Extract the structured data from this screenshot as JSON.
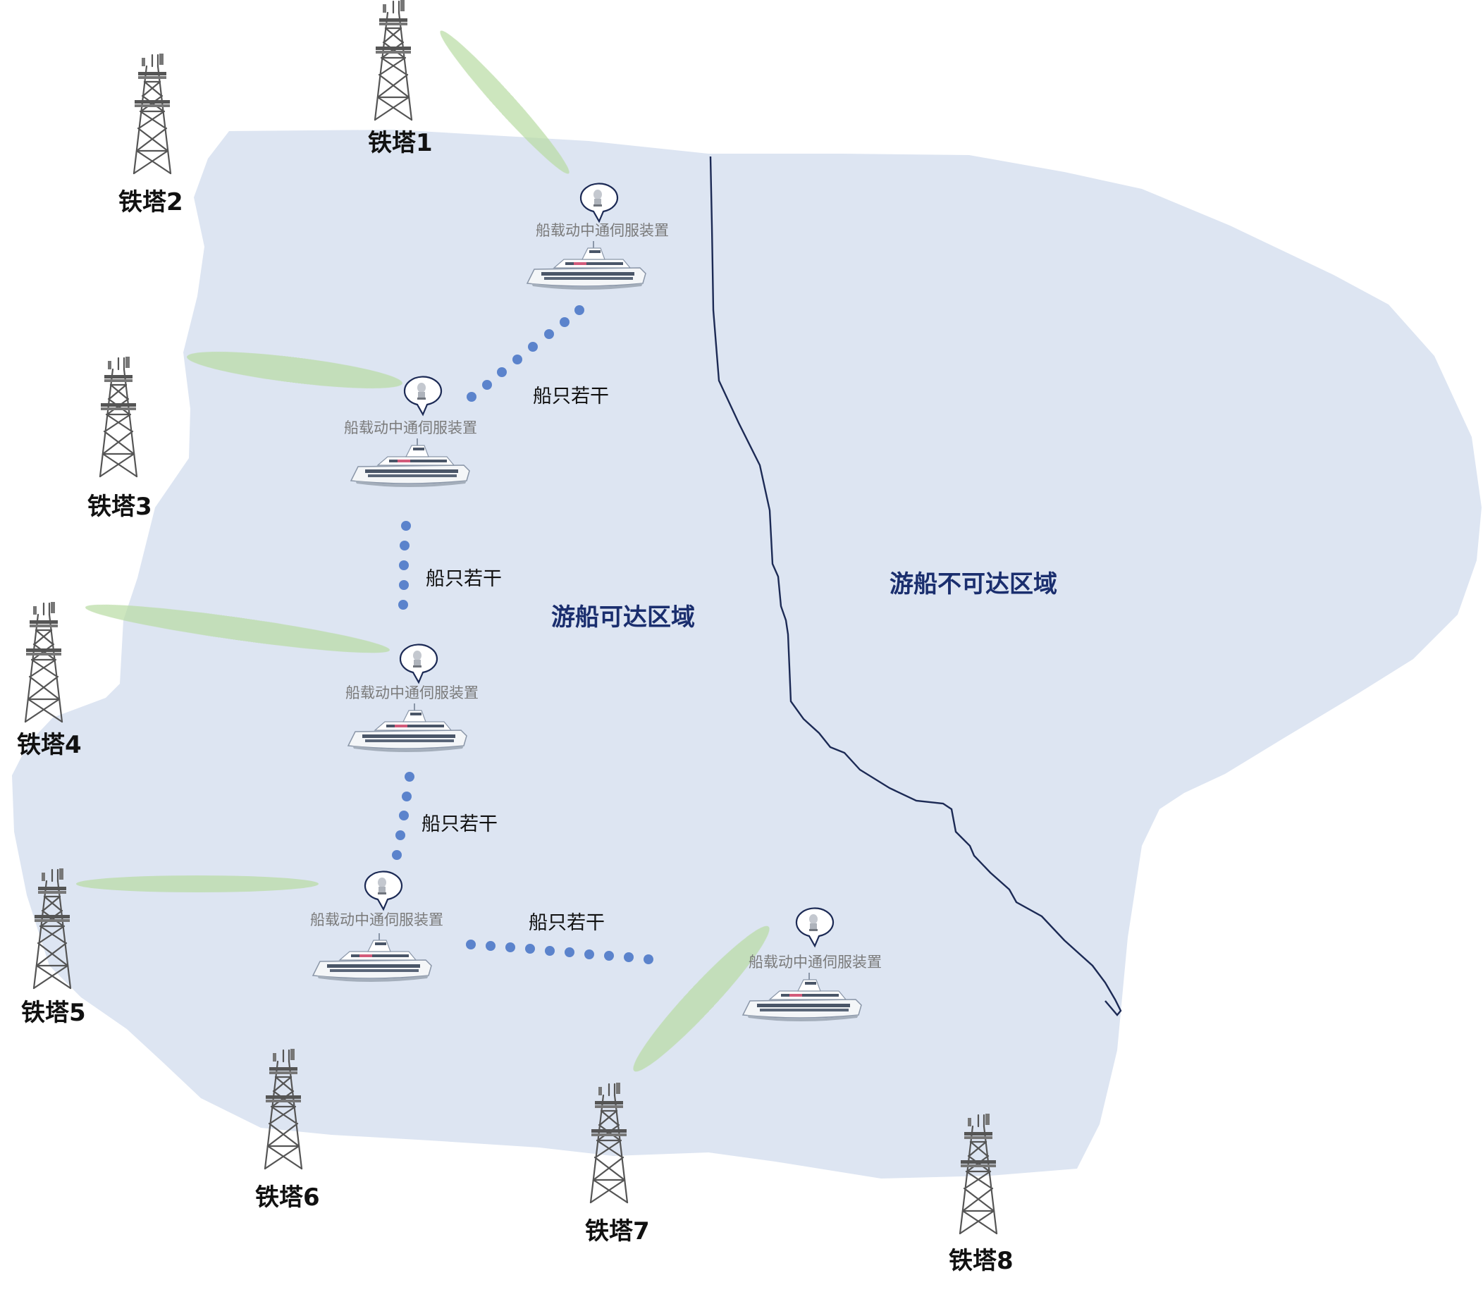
{
  "regions": {
    "reachable_label": "游船可达区域",
    "unreachable_label": "游船不可达区域",
    "water_color": "#dde5f2",
    "boundary_color": "#1c2a55"
  },
  "towers": [
    {
      "id": "tower-1",
      "label": "铁塔1"
    },
    {
      "id": "tower-2",
      "label": "铁塔2"
    },
    {
      "id": "tower-3",
      "label": "铁塔3"
    },
    {
      "id": "tower-4",
      "label": "铁塔4"
    },
    {
      "id": "tower-5",
      "label": "铁塔5"
    },
    {
      "id": "tower-6",
      "label": "铁塔6"
    },
    {
      "id": "tower-7",
      "label": "铁塔7"
    },
    {
      "id": "tower-8",
      "label": "铁塔8"
    }
  ],
  "ships": [
    {
      "id": "ship-1",
      "device_label": "船载动中通伺服装置"
    },
    {
      "id": "ship-2",
      "device_label": "船载动中通伺服装置"
    },
    {
      "id": "ship-3",
      "device_label": "船载动中通伺服装置"
    },
    {
      "id": "ship-4",
      "device_label": "船载动中通伺服装置"
    },
    {
      "id": "ship-5",
      "device_label": "船载动中通伺服装置"
    }
  ],
  "ship_group_labels": [
    "船只若干",
    "船只若干",
    "船只若干",
    "船只若干"
  ],
  "colors": {
    "beam": "#b8dba2",
    "dots": "#5b83cc",
    "tower": "#555555"
  },
  "icons": {
    "tower": "transmission-tower-icon",
    "ship": "cruise-ship-icon",
    "device": "satellite-dome-bubble-icon"
  }
}
